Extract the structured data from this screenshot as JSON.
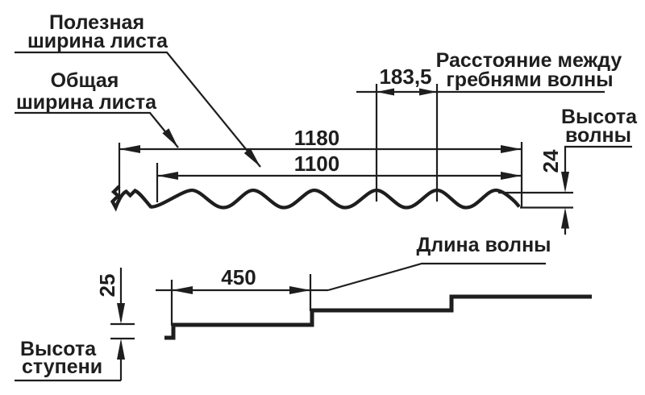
{
  "colors": {
    "background": "#ffffff",
    "ink": "#1e1e1e"
  },
  "labels": {
    "useful_width_line1": "Полезная",
    "useful_width_line2": "ширина листа",
    "total_width_line1": "Общая",
    "total_width_line2": "ширина листа",
    "crest_distance_line1": "Расстояние между",
    "crest_distance_line2": "гребнями волны",
    "wave_height_line1": "Высота",
    "wave_height_line2": "волны",
    "wave_length": "Длина волны",
    "step_height_line1": "Высота",
    "step_height_line2": "ступени"
  },
  "dimensions": {
    "total_width": "1180",
    "useful_width": "1100",
    "crest_distance": "183,5",
    "wave_height": "24",
    "step_length": "450",
    "step_height": "25"
  }
}
